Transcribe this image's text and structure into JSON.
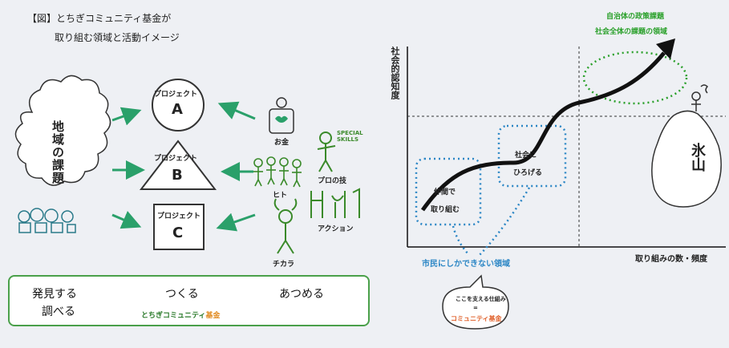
{
  "caption": {
    "line1": "【図】とちぎコミュニティ基金が",
    "line2": "取り組む領域と活動イメージ"
  },
  "left_diagram": {
    "issue_label": "地域の課題",
    "projects": [
      {
        "name": "プロジェクト",
        "letter": "A",
        "shape": "circle"
      },
      {
        "name": "プロジェクト",
        "letter": "B",
        "shape": "triangle"
      },
      {
        "name": "プロジェクト",
        "letter": "C",
        "shape": "square"
      }
    ],
    "resources": {
      "money": "お金",
      "skills": "プロの技",
      "skills_badge_line1": "SPECIAL",
      "skills_badge_line2": "SKILLS",
      "people": "ヒト",
      "action": "アクション",
      "power": "チカラ"
    }
  },
  "legend": {
    "discover": "発見する",
    "research": "調べる",
    "make": "つくる",
    "gather": "あつめる",
    "logo_text": "とちぎコミュニティ基金",
    "logo_highlight": "基金",
    "logo_main": "とちぎコミュニティ"
  },
  "right_diagram": {
    "y_axis_label": "社会的認知度",
    "x_axis_label": "取り組みの数・頻度",
    "goal_line1": "自治体の政策課題",
    "goal_line2": "社会全体の課題の領域",
    "stage1_line1": "仲間で",
    "stage1_line2": "取り組む",
    "stage2_line1": "社会に",
    "stage2_line2": "ひろげる",
    "citizen_area": "市民にしかできない領域",
    "support_line1": "ここを支える仕組み",
    "support_eq": "=",
    "support_line2": "コミュニティ基金",
    "iceberg_label": "氷山"
  },
  "colors": {
    "arrow_green": "#2aa06a",
    "legend_border": "#4aa04a",
    "dotted_blue": "#2b86c5",
    "dotted_green": "#2aa02a",
    "curve": "#111111"
  }
}
